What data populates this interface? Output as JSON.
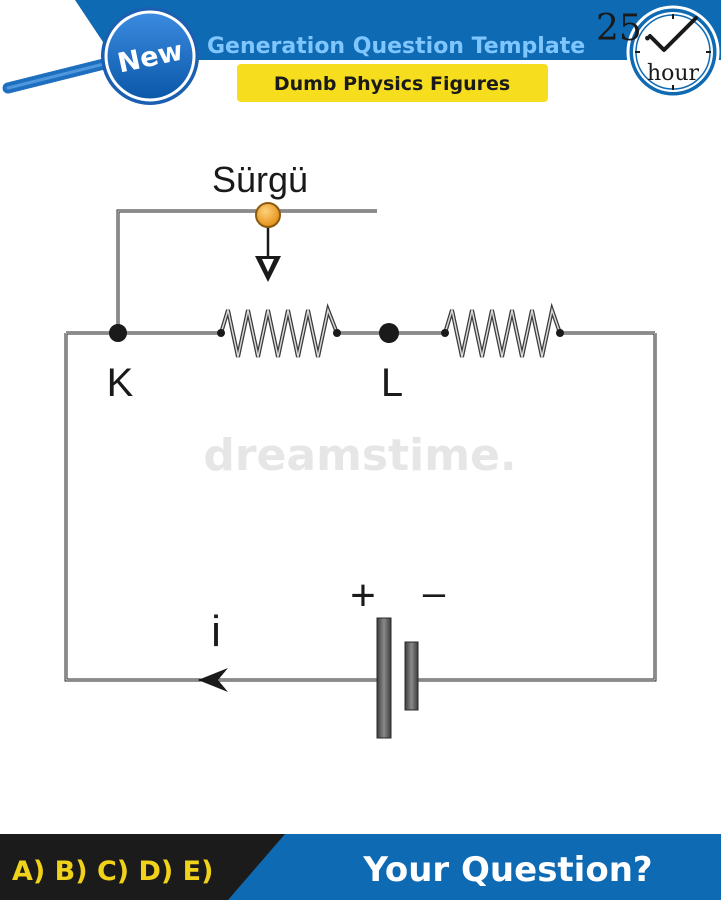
{
  "header": {
    "badge": "New",
    "title": "Generation Question Template",
    "subtitle": "Dumb Physics Figures",
    "number": "25.",
    "unit": "hour"
  },
  "diagram": {
    "slider_label": "Sürgü",
    "node_k_label": "K",
    "node_l_label": "L",
    "current_label": "i",
    "battery_plus": "+",
    "battery_minus": "–"
  },
  "watermark": "dreamstime.",
  "footer": {
    "options": "A) B) C) D) E)",
    "question": "Your Question?"
  },
  "colors": {
    "header_blue": "#0f6ab4",
    "subtitle_yellow": "#f6de1e",
    "option_yellow": "#f0d21a",
    "footer_dark": "#1b1b1b",
    "slider_orange": "#f0a020",
    "wire": "#2a2a2a"
  }
}
